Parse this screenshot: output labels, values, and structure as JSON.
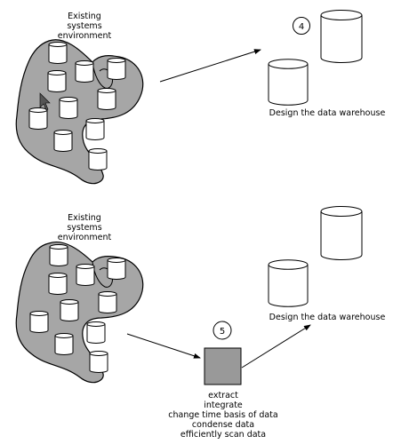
{
  "panels": [
    {
      "source_label": [
        "Existing",
        "systems",
        "environment"
      ],
      "step_number": "4",
      "target_caption": "Design the data warehouse"
    },
    {
      "source_label": [
        "Existing",
        "systems",
        "environment"
      ],
      "step_number": "5",
      "target_caption": "Design the data warehouse",
      "process_steps": [
        "extract",
        "integrate",
        "change time basis of data",
        "condense data",
        "efficiently scan data"
      ]
    }
  ],
  "colors": {
    "blob_fill": "#a6a6a6",
    "stroke": "#000000",
    "process_box": "#999999"
  }
}
